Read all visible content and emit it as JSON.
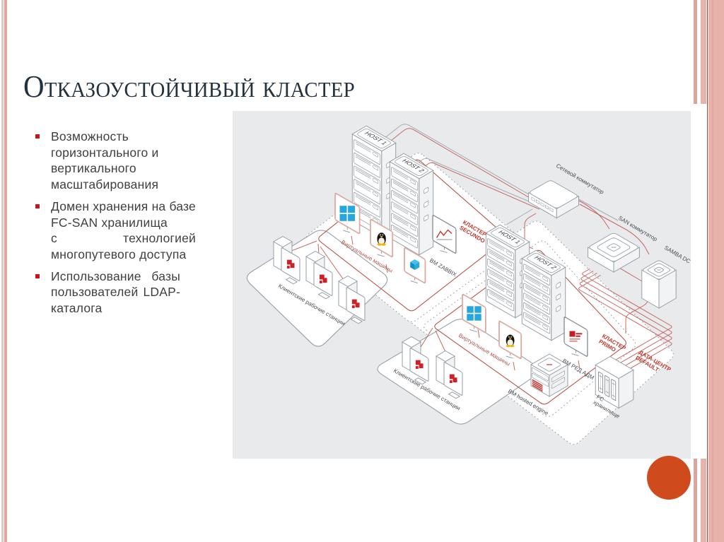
{
  "slide": {
    "title": "Отказоустойчивый кластер",
    "bullets": [
      {
        "lines": [
          {
            "t": "Возможность"
          },
          {
            "t": "горизонтального и"
          },
          {
            "t": "вертикального"
          },
          {
            "t": "масштабирования"
          }
        ]
      },
      {
        "lines": [
          {
            "t": "Домен хранения на базе",
            "j": true
          },
          {
            "t": "FC-SAN хранилища"
          },
          {
            "t": "с технологией",
            "j": true
          },
          {
            "t": "многопутевого доступа"
          }
        ]
      },
      {
        "lines": [
          {
            "t": "Использование базы",
            "j": true
          },
          {
            "t": "пользователей LDAP-",
            "j": true
          },
          {
            "t": "каталога"
          }
        ]
      }
    ]
  },
  "diagram": {
    "labels": {
      "host1": "HOST 1",
      "host2": "HOST 2",
      "network_switch": "Сетевой коммутатор",
      "san_switch": "SAN коммутатор",
      "samba_dc": "SAMBA DC",
      "cluster_secundo": [
        "КЛАСТЕР",
        "SECUNDO"
      ],
      "cluster_primo": [
        "КЛАСТЕР",
        "PRIMO"
      ],
      "datacenter": [
        "ДАТА-ЦЕНТР",
        "DEFAULT"
      ],
      "vm_zabbix": "ВМ ZABBIX",
      "vm_red_adm": "ВМ РЕД АДМ",
      "vm_hosted": "ВМ hosted engine",
      "fc_storage": [
        "FC",
        "хранилище"
      ],
      "virtual_machines": "Виртуальные машины",
      "client_workstations": "Клиентские рабочие станции"
    }
  },
  "theme": {
    "accent_circle": "#cf4a1d",
    "stripe_pink": "#e2a59e",
    "stripe_beige": "#d9cbc5",
    "title_color": "#253746"
  }
}
